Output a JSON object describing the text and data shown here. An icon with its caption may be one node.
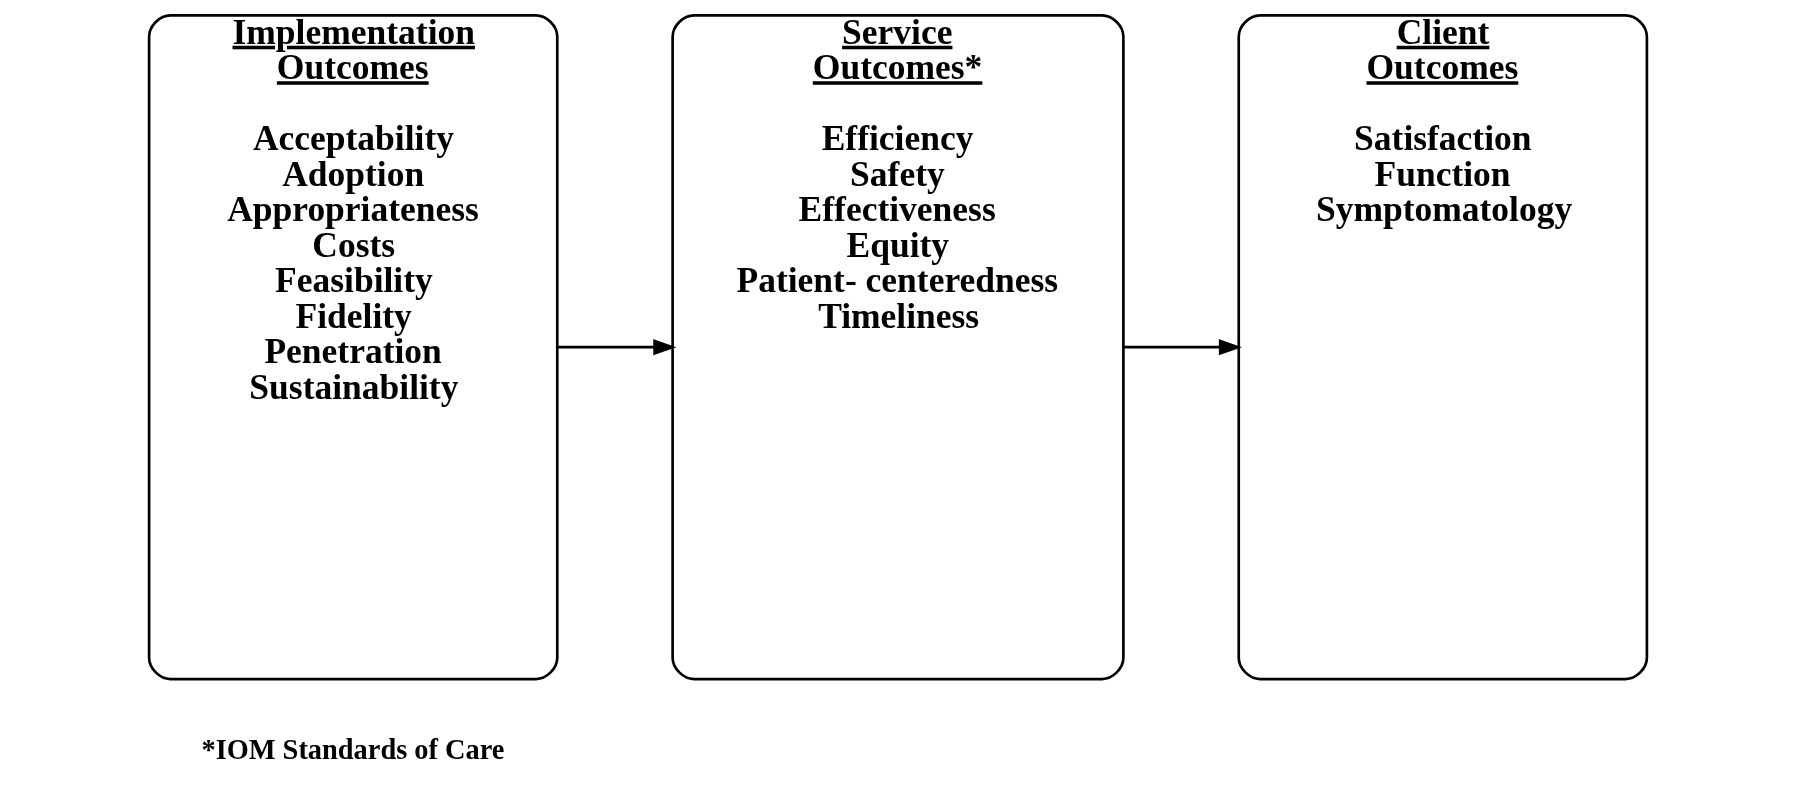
{
  "diagram": {
    "nodes": [
      {
        "text": [
          "Implementation Outcomes",
          "Acceptability",
          "Adoption",
          "Appropriateness",
          "Costs",
          "Feasibility",
          "Fidelity",
          "Penetration",
          "Sustainability"
        ]
      },
      {
        "text": [
          "Service Outcomes*",
          "Efficiency",
          "Safety",
          "Effectiveness",
          "Equity",
          "Patient- centeredness",
          "Timeliness"
        ]
      },
      {
        "text": [
          "Client Outcomes",
          "Satisfaction",
          "Function",
          "Symptomatology"
        ]
      }
    ],
    "edges": [
      {
        "from": 0,
        "to": 1,
        "arrow": "to"
      },
      {
        "from": 1,
        "to": 2,
        "arrow": "to"
      }
    ],
    "labels": [
      "*IOM Standards of Care"
    ]
  }
}
